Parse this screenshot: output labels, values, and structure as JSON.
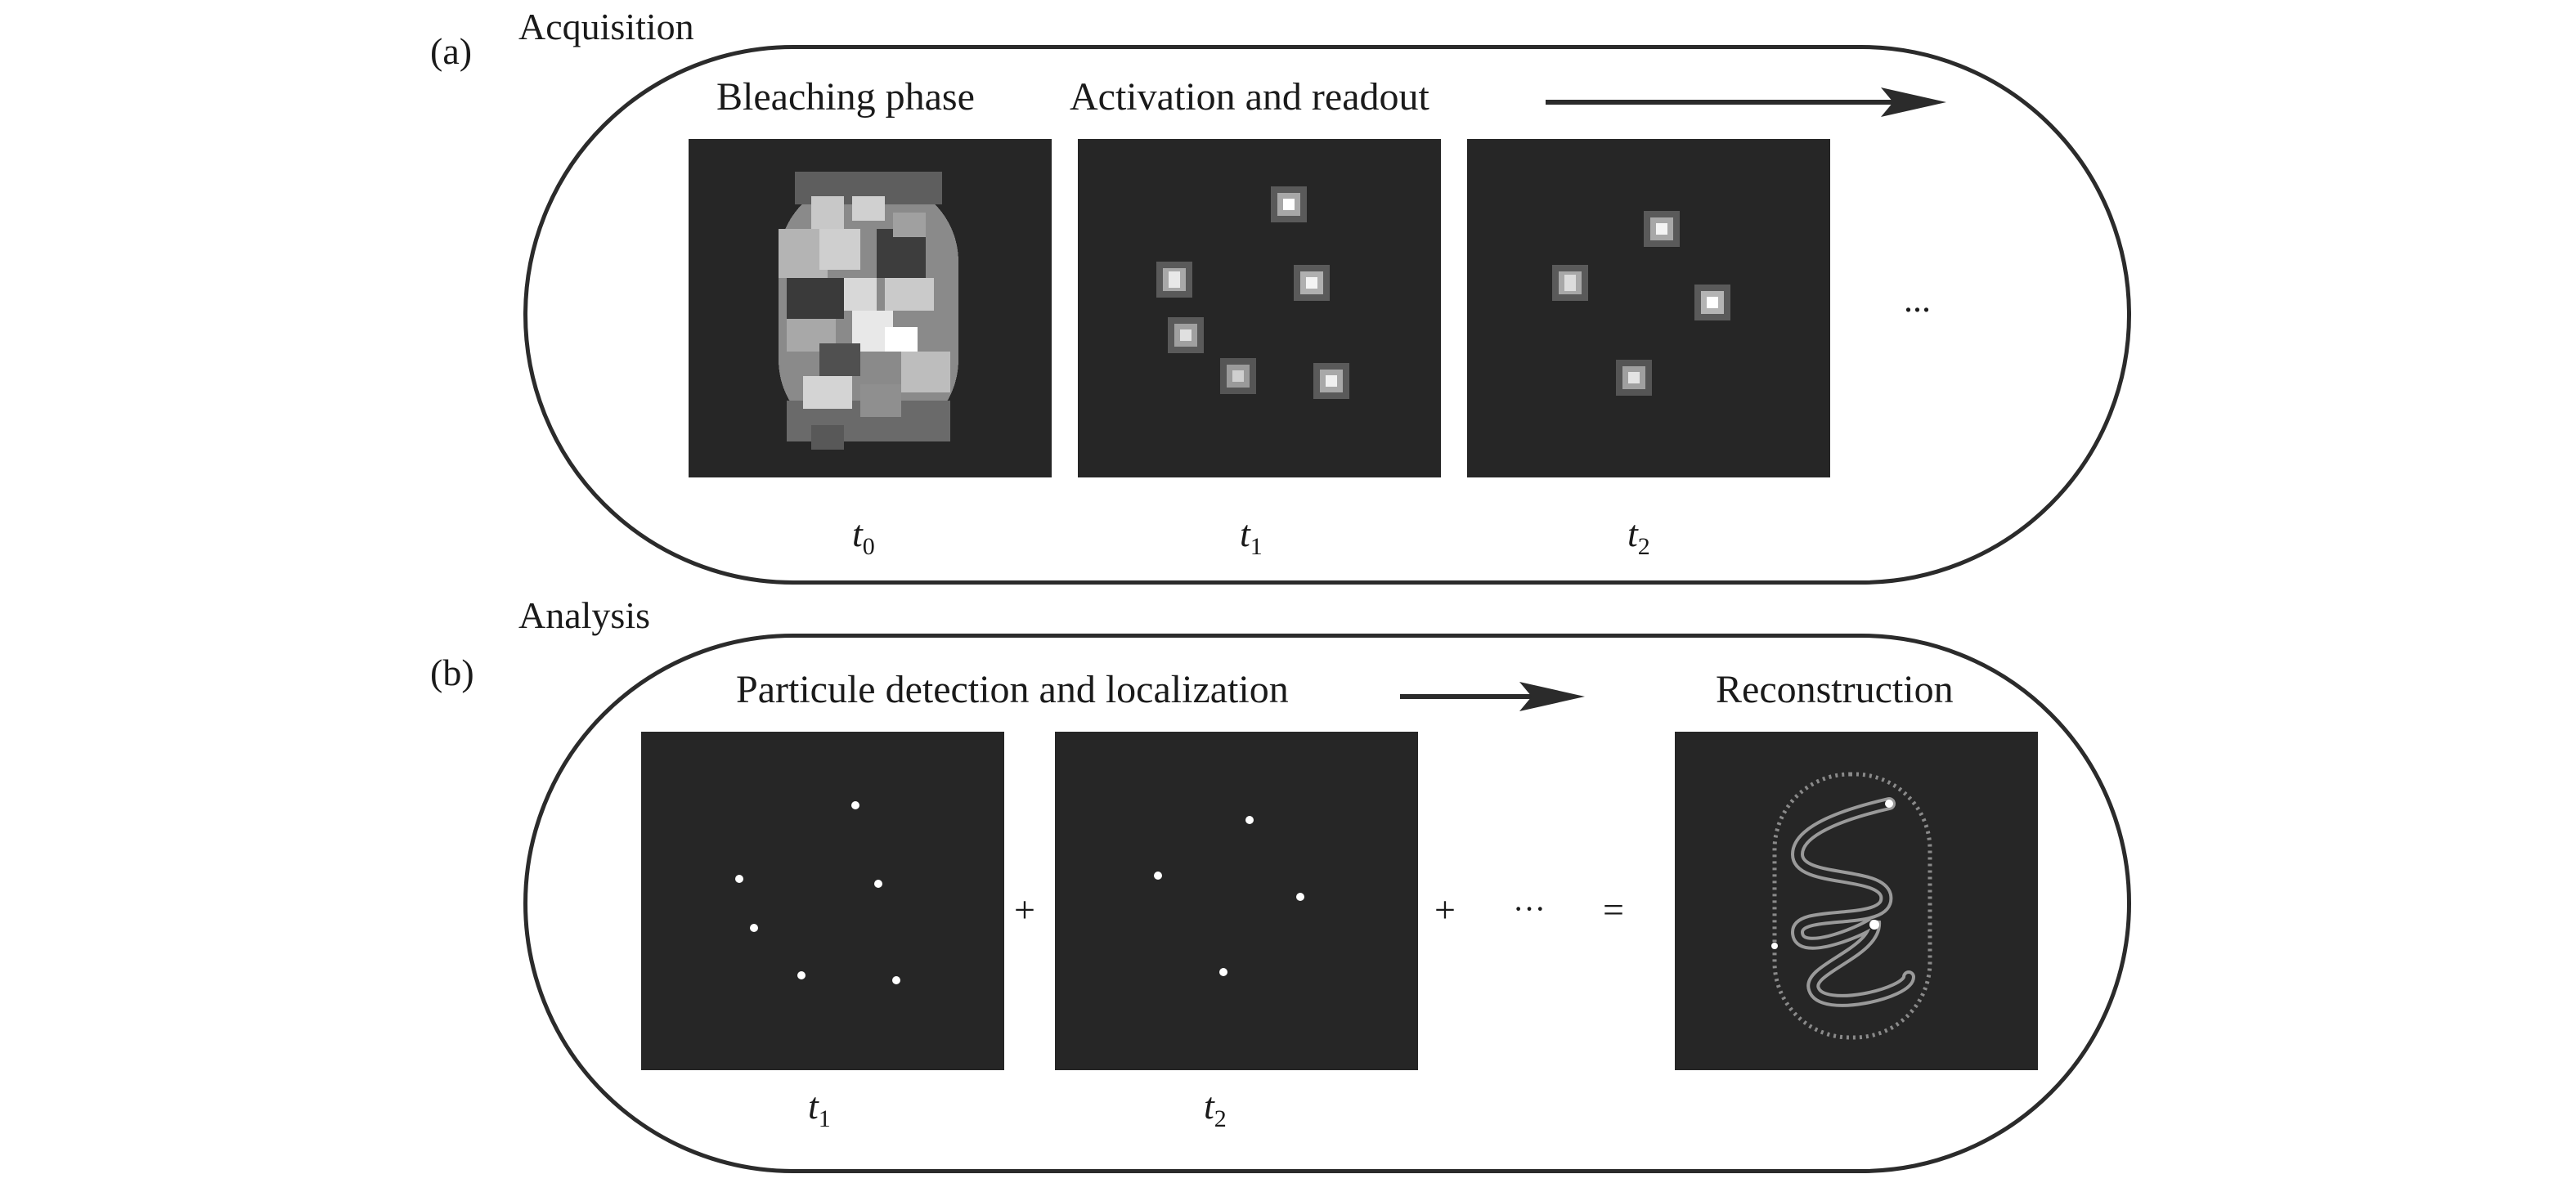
{
  "panel_a": {
    "letter": "(a)",
    "section_title": "Acquisition",
    "captions": {
      "bleaching": "Bleaching phase",
      "activation": "Activation and readout"
    },
    "frames": [
      {
        "t": "t",
        "sub": "0"
      },
      {
        "t": "t",
        "sub": "1"
      },
      {
        "t": "t",
        "sub": "2"
      }
    ],
    "ellipsis": "..."
  },
  "panel_b": {
    "letter": "(b)",
    "section_title": "Analysis",
    "captions": {
      "detection": "Particule detection and localization",
      "reconstruction": "Reconstruction"
    },
    "frames": [
      {
        "t": "t",
        "sub": "1"
      },
      {
        "t": "t",
        "sub": "2"
      }
    ],
    "operators": {
      "plus1": "+",
      "plus2": "+",
      "ellipsis": "···",
      "equals": "="
    }
  },
  "colors": {
    "frame_background": "#262626",
    "outline": "#2b2b2b",
    "spot": "#ffffff"
  }
}
